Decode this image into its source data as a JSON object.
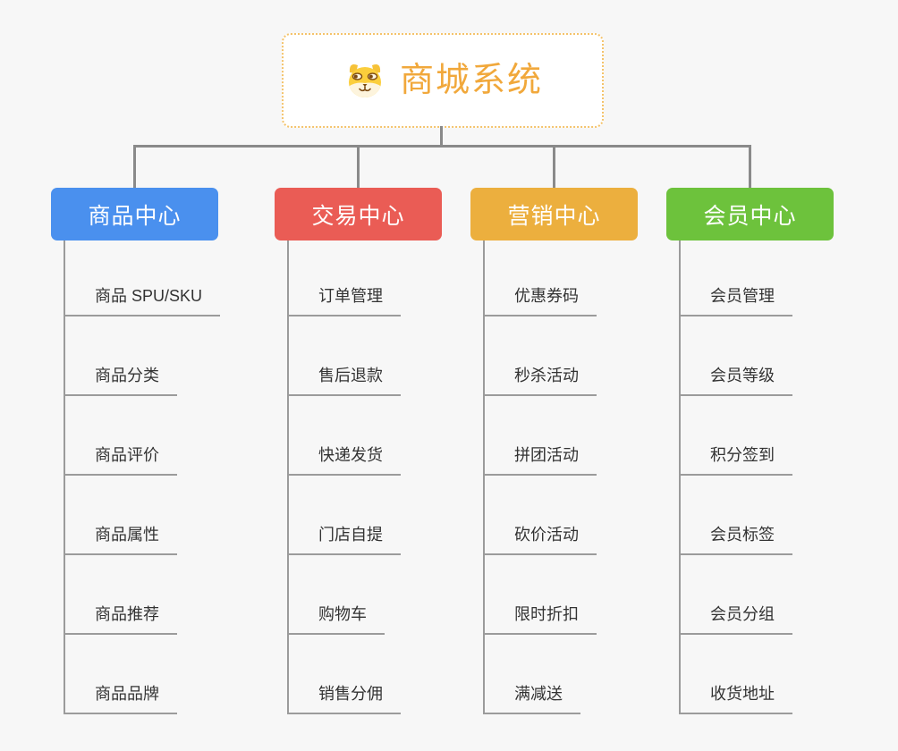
{
  "root": {
    "title": "商城系统",
    "icon": "dog-face-icon",
    "title_color": "#f1a83b",
    "border_color": "#f4c36b",
    "background": "#ffffff"
  },
  "connectors": {
    "trunk_color": "#8a8a8a",
    "leaf_line_color": "#9b9b9b"
  },
  "branches": [
    {
      "label": "商品中心",
      "color": "#4a90ee",
      "children": [
        "商品 SPU/SKU",
        "商品分类",
        "商品评价",
        "商品属性",
        "商品推荐",
        "商品品牌"
      ]
    },
    {
      "label": "交易中心",
      "color": "#ea5c55",
      "children": [
        "订单管理",
        "售后退款",
        "快递发货",
        "门店自提",
        "购物车",
        "销售分佣"
      ]
    },
    {
      "label": "营销中心",
      "color": "#ecaf3e",
      "children": [
        "优惠券码",
        "秒杀活动",
        "拼团活动",
        "砍价活动",
        "限时折扣",
        "满减送"
      ]
    },
    {
      "label": "会员中心",
      "color": "#6dc23c",
      "children": [
        "会员管理",
        "会员等级",
        "积分签到",
        "会员标签",
        "会员分组",
        "收货地址"
      ]
    }
  ]
}
